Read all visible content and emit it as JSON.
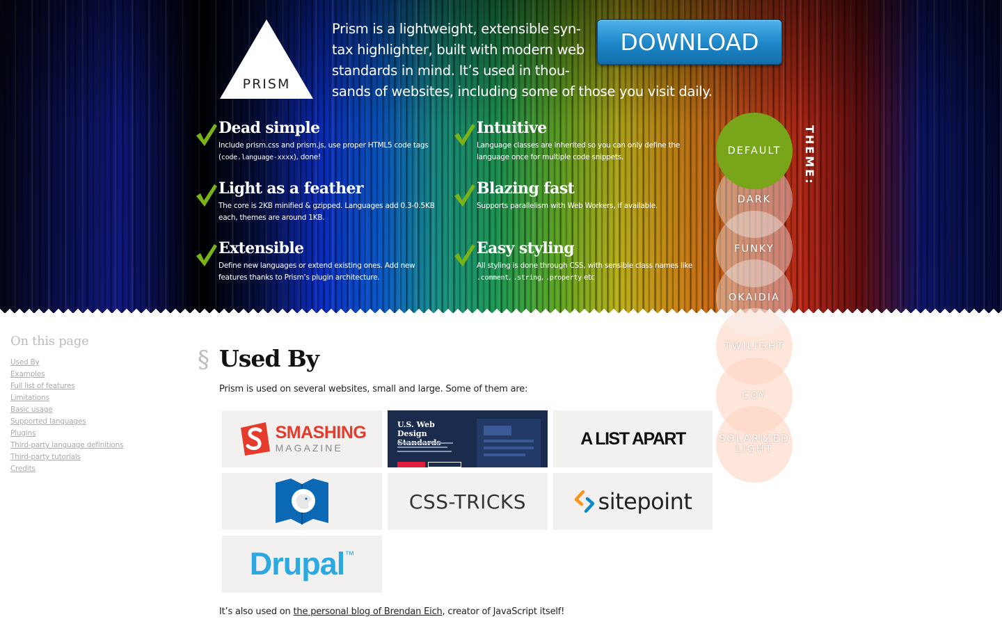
{
  "hero": {
    "logo_text": "PRISM",
    "intro_lines": [
      "Prism is a lightweight, extensible syn-",
      "tax highlighter, built with modern web",
      "standards in mind. It’s used in thou-",
      "sands of websites, including some of those you visit daily."
    ],
    "download_label": "DOWNLOAD",
    "check_color": "#7ab317",
    "features": [
      {
        "title": "Dead simple",
        "text_before": "Include prism.css and prism.js, use proper HTML5 code tags (",
        "code": "code.language-xxxx",
        "text_after": "), done!"
      },
      {
        "title": "Intuitive",
        "text": "Language classes are inherited so you can only define the language once for multiple code snippets."
      },
      {
        "title": "Light as a feather",
        "text": "The core is 2KB minified & gzipped. Languages add 0.3-0.5KB each, themes are around 1KB."
      },
      {
        "title": "Blazing fast",
        "text": "Supports parallelism with Web Workers, if available."
      },
      {
        "title": "Extensible",
        "text": "Define new languages or extend existing ones. Add new features thanks to Prism’s plugin architecture."
      },
      {
        "title": "Easy styling",
        "text_before": "All styling is done through CSS, with sensible class names like ",
        "code1": ".comment",
        "sep1": ", ",
        "code2": ".string",
        "sep2": ", ",
        "code3": ".property",
        "text_after": " etc"
      }
    ]
  },
  "themes": {
    "label": "THEME:",
    "active_color": "#78a51a",
    "items": [
      {
        "label": "DEFAULT",
        "active": true
      },
      {
        "label": "DARK",
        "active": false
      },
      {
        "label": "FUNKY",
        "active": false
      },
      {
        "label": "OKAIDIA",
        "active": false
      },
      {
        "label": "TWILIGHT",
        "active": false
      },
      {
        "label": "COY",
        "active": false
      },
      {
        "label": "SOLARIZED LIGHT",
        "active": false
      }
    ]
  },
  "toc": {
    "title": "On this page",
    "items": [
      "Used By",
      "Examples",
      "Full list of features",
      "Limitations",
      "Basic usage",
      "Supported languages",
      "Plugins",
      "Third-party language definitions",
      "Third-party tutorials",
      "Credits"
    ]
  },
  "used_by": {
    "section_mark": "§",
    "title": "Used By",
    "intro": "Prism is used on several websites, small and large. Some of them are:",
    "logos": {
      "smashing_word": "SMASHING",
      "smashing_sub": "MAGAZINE",
      "uswds_title": "U.S. Web Design Standards",
      "alistapart": "A LIST APART",
      "csstricks": "CSS-TRICKS",
      "sitepoint": "sitepoint",
      "drupal": "Drupal",
      "drupal_tm": "™"
    },
    "footer_before": "It’s also used on ",
    "footer_link": "the personal blog of Brendan Eich",
    "footer_after": ", creator of JavaScript itself!"
  }
}
